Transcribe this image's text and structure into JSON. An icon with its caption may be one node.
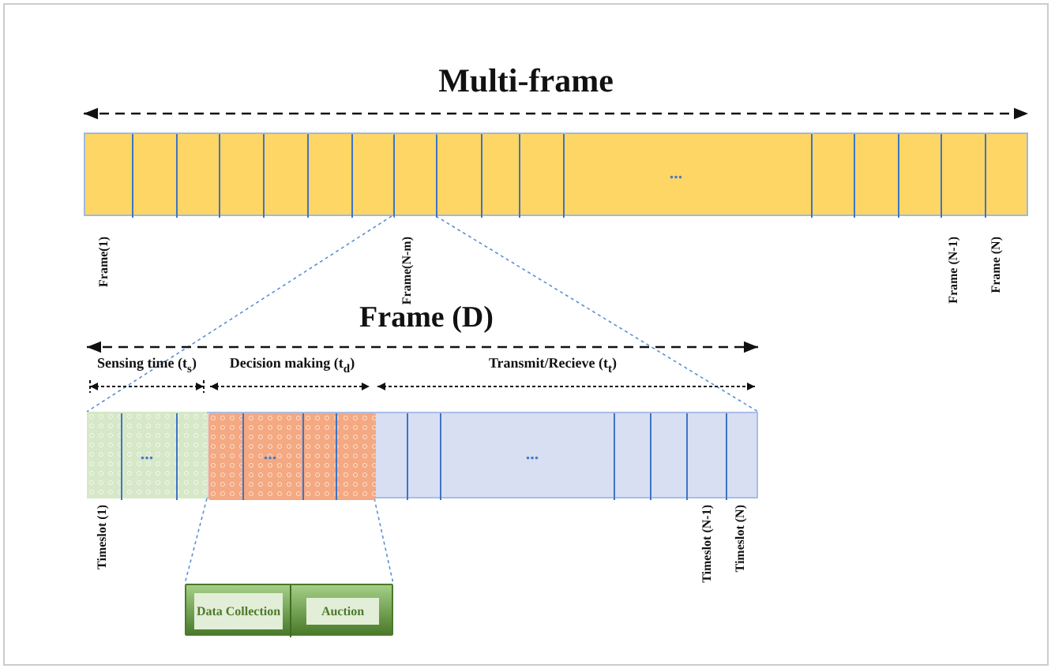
{
  "diagram": {
    "nodes": [
      {
        "text": [],
        "shape": "bar"
      },
      {
        "text": [],
        "shape": "box",
        "in": 0
      },
      {
        "text": [],
        "shape": "bar"
      },
      {
        "text": [],
        "shape": "box",
        "in": 2
      },
      {
        "text": [],
        "shape": "box"
      },
      {
        "text": [
          "Data Collection"
        ],
        "in": 4
      },
      {
        "text": [
          "Auction"
        ],
        "in": 4
      }
    ],
    "edges": [
      {
        "from": 1,
        "to": 2,
        "arrow": "none",
        "style": "dashed"
      },
      {
        "from": 1,
        "to": 2,
        "arrow": "none",
        "style": "dashed"
      },
      {
        "from": 3,
        "to": 4,
        "arrow": "none",
        "style": "dashed"
      },
      {
        "from": 3,
        "to": 4,
        "arrow": "none",
        "style": "dashed"
      }
    ],
    "labels": [
      "Multi-frame",
      "...",
      "Frame(1)",
      "Frame(N-m)",
      "Frame (N-1)",
      "Frame (N)",
      "Frame (D)",
      "Sensing time (t$_{s}$)",
      "Decision making (t$_{d}$)",
      "Transmit/Recieve (t$_{t}$)",
      "...",
      "...",
      "...",
      "Timeslot (1)",
      "Timeslot (N-1)",
      "Timeslot (N)"
    ]
  }
}
